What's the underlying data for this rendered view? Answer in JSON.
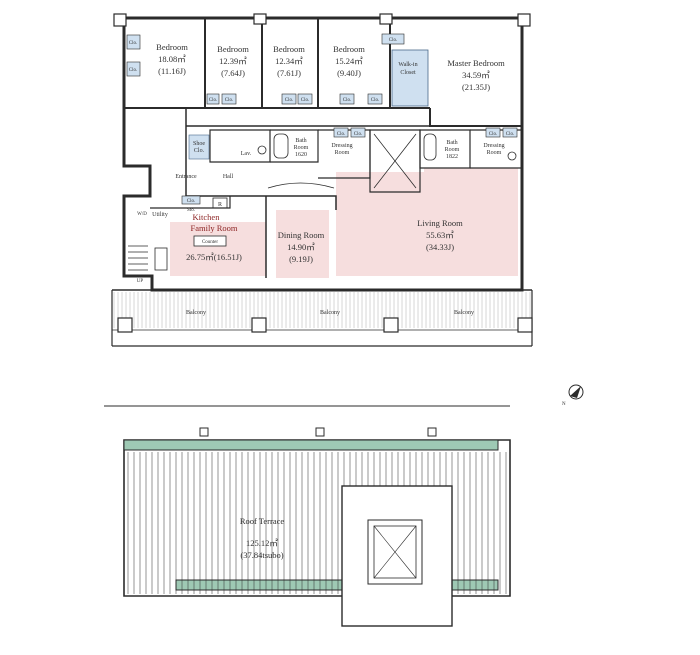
{
  "colors": {
    "wall": "#2b2b2b",
    "living_tint": "#f6dede",
    "closet_tint": "#cfe0f0",
    "roof_green": "#9ec9b4",
    "kitchen_text": "#8a1f1f"
  },
  "rooms": {
    "bedroom1": {
      "name": "Bedroom",
      "area": "18.08㎡",
      "jo": "(11.16J)"
    },
    "bedroom2": {
      "name": "Bedroom",
      "area": "12.39㎡",
      "jo": "(7.64J)"
    },
    "bedroom3": {
      "name": "Bedroom",
      "area": "12.34㎡",
      "jo": "(7.61J)"
    },
    "bedroom4": {
      "name": "Bedroom",
      "area": "15.24㎡",
      "jo": "(9.40J)"
    },
    "master": {
      "name": "Master Bedroom",
      "area": "34.59㎡",
      "jo": "(21.35J)"
    },
    "walkin": {
      "line1": "Walk-in",
      "line2": "Closet"
    },
    "bath1": {
      "line1": "Bath",
      "line2": "Room",
      "line3": "1620"
    },
    "bath2": {
      "line1": "Bath",
      "line2": "Room",
      "line3": "1822"
    },
    "dressing1": {
      "line1": "Dressing",
      "line2": "Room"
    },
    "dressing2": {
      "line1": "Dressing",
      "line2": "Room"
    },
    "lav": "Lav.",
    "shoe": {
      "line1": "Shoe",
      "line2": "Clo."
    },
    "entrance": "Entrance",
    "hall": "Hall",
    "utility": "Utility",
    "wd": "W/D",
    "sto": "Sto.",
    "r": "R",
    "up": "UP",
    "kitchen": {
      "line1": "Kitchen",
      "line2": "Family Room",
      "counter": "Counter",
      "area": "26.75㎡(16.51J)"
    },
    "dining": {
      "name": "Dining Room",
      "area": "14.90㎡",
      "jo": "(9.19J)"
    },
    "living": {
      "name": "Living Room",
      "area": "55.63㎡",
      "jo": "(34.33J)"
    },
    "balcony": [
      "Balcony",
      "Balcony",
      "Balcony"
    ],
    "closet_labels": [
      "Clo.",
      "Clo.",
      "Clo.",
      "Clo.",
      "Clo.",
      "Clo.",
      "Clo.",
      "Clo.",
      "Clo.",
      "Clo.",
      "Clo.",
      "Clo.",
      "Clo.",
      "Clo."
    ],
    "roof": {
      "name": "Roof Terrace",
      "area": "125.12㎡",
      "tsubo": "(37.84tsubo)"
    }
  },
  "compass": {
    "label": "N",
    "icon": "north-arrow-icon"
  }
}
